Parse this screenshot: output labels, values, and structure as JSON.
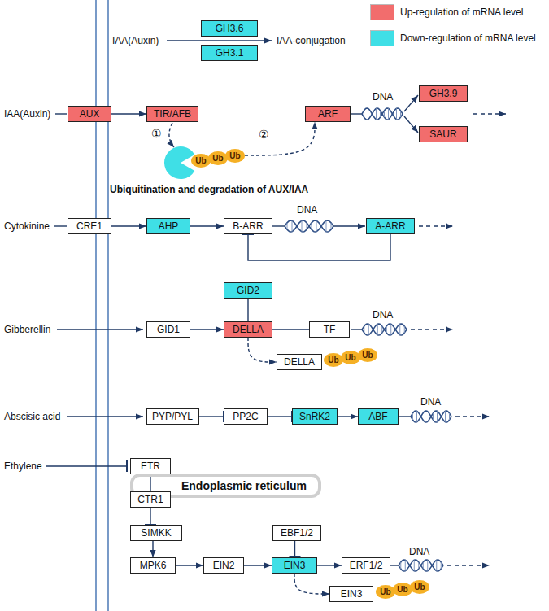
{
  "diagram": {
    "nodes": [
      {
        "text": [
          "GH3.6"
        ]
      },
      {
        "text": [
          "GH3.1"
        ]
      },
      {
        "text": [
          "AUX"
        ]
      },
      {
        "text": [
          "TIR/AFB"
        ]
      },
      {
        "text": [
          "ARF"
        ]
      },
      {
        "text": [
          "GH3.9"
        ]
      },
      {
        "text": [
          "SAUR"
        ]
      },
      {
        "text": [
          "Ub"
        ]
      },
      {
        "text": [
          "Ub"
        ]
      },
      {
        "text": [
          "Ub"
        ]
      },
      {
        "text": [
          "CRE1"
        ]
      },
      {
        "text": [
          "AHP"
        ]
      },
      {
        "text": [
          "B-ARR"
        ]
      },
      {
        "text": [
          "A-ARR"
        ]
      },
      {
        "text": [
          "GID2"
        ]
      },
      {
        "text": [
          "GID1"
        ]
      },
      {
        "text": [
          "DELLA"
        ]
      },
      {
        "text": [
          "TF"
        ]
      },
      {
        "text": [
          "DELLA"
        ]
      },
      {
        "text": [
          "Ub"
        ]
      },
      {
        "text": [
          "Ub"
        ]
      },
      {
        "text": [
          "Ub"
        ]
      },
      {
        "text": [
          "PYP/PYL"
        ]
      },
      {
        "text": [
          "PP2C"
        ]
      },
      {
        "text": [
          "SnRK2"
        ]
      },
      {
        "text": [
          "ABF"
        ]
      },
      {
        "text": [
          "ETR"
        ]
      },
      {
        "text": [
          "Endoplasmic reticulum"
        ]
      },
      {
        "text": [
          "CTR1"
        ]
      },
      {
        "text": [
          "SIMKK"
        ]
      },
      {
        "text": [
          "EBF1/2"
        ]
      },
      {
        "text": [
          "MPK6"
        ]
      },
      {
        "text": [
          "EIN2"
        ]
      },
      {
        "text": [
          "EIN3"
        ]
      },
      {
        "text": [
          "ERF1/2"
        ]
      },
      {
        "text": [
          "EIN3"
        ]
      },
      {
        "text": [
          "Ub"
        ]
      },
      {
        "text": [
          "Ub"
        ]
      },
      {
        "text": [
          "Ub"
        ]
      }
    ],
    "edges": [
      {
        "from": 2,
        "to": 3,
        "arrow": "to"
      },
      {
        "from": 9,
        "to": 4,
        "arrow": "to"
      },
      {
        "from": 10,
        "to": 11,
        "arrow": "to"
      },
      {
        "from": 11,
        "to": 12,
        "arrow": "to"
      },
      {
        "from": 13,
        "to": 12,
        "arrow": "to"
      },
      {
        "from": 14,
        "to": 16,
        "arrow": "to"
      },
      {
        "from": 15,
        "to": 16,
        "arrow": "to"
      },
      {
        "from": 16,
        "to": 17,
        "arrow": "none"
      },
      {
        "from": 16,
        "to": 18,
        "arrow": "to"
      },
      {
        "from": 22,
        "to": 23,
        "arrow": "to"
      },
      {
        "from": 23,
        "to": 24,
        "arrow": "to"
      },
      {
        "from": 24,
        "to": 25,
        "arrow": "to"
      },
      {
        "from": 26,
        "to": 28,
        "arrow": "none"
      },
      {
        "from": 28,
        "to": 29,
        "arrow": "to"
      },
      {
        "from": 29,
        "to": 31,
        "arrow": "to"
      },
      {
        "from": 31,
        "to": 32,
        "arrow": "to"
      },
      {
        "from": 32,
        "to": 33,
        "arrow": "to"
      },
      {
        "from": 30,
        "to": 33,
        "arrow": "to"
      },
      {
        "from": 33,
        "to": 34,
        "arrow": "to"
      },
      {
        "from": 33,
        "to": 35,
        "arrow": "to"
      }
    ],
    "labels": [
      "IAA(Auxin)",
      "IAA-conjugation",
      "IAA(Auxin)",
      "DNA",
      "①",
      "②",
      "Ubiquitination and degradation of AUX/IAA",
      "Cytokinine",
      "DNA",
      "Gibberellin",
      "DNA",
      "Abscisic acid",
      "DNA",
      "Ethylene",
      "DNA"
    ],
    "legend": [
      {
        "text": "Up-regulation of mRNA level",
        "color": "#f26d6d"
      },
      {
        "text": "Down-regulation of mRNA level",
        "color": "#3fdfe6"
      }
    ]
  }
}
